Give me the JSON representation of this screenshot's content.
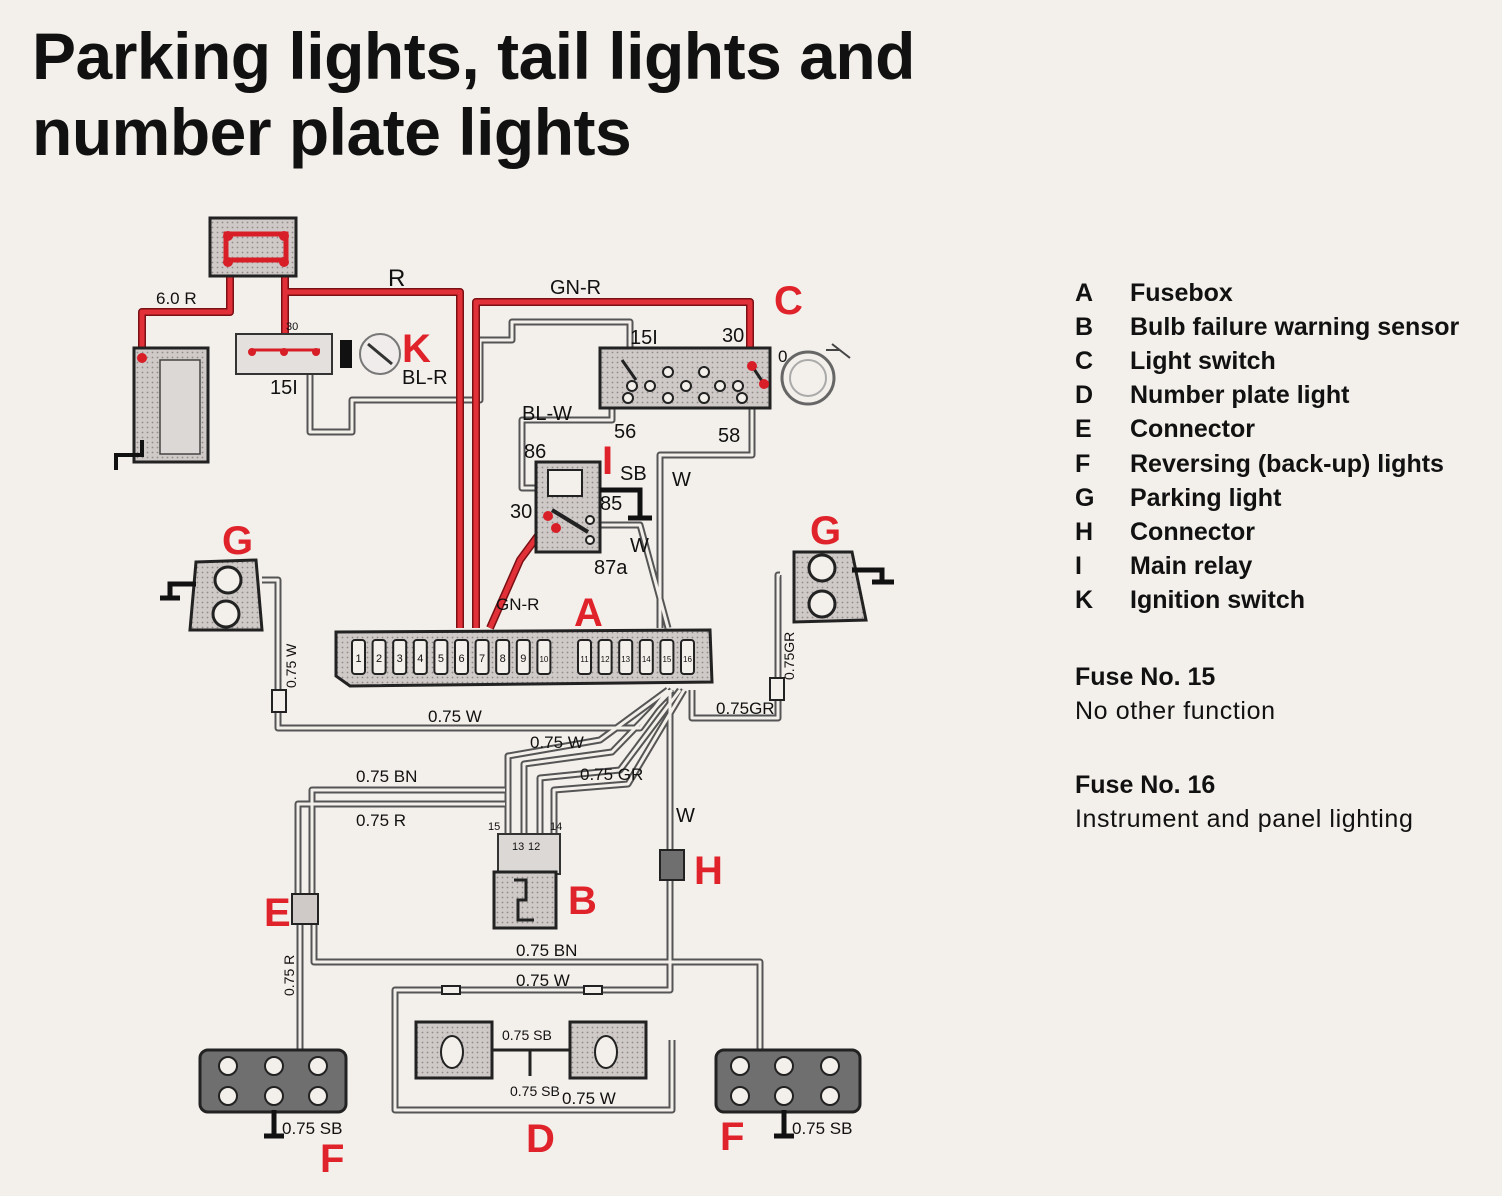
{
  "title": {
    "line1": "Parking lights, tail lights and",
    "line2": "number plate lights"
  },
  "legend": [
    {
      "code": "A",
      "label": "Fusebox"
    },
    {
      "code": "B",
      "label": "Bulb failure warning sensor"
    },
    {
      "code": "C",
      "label": "Light switch"
    },
    {
      "code": "D",
      "label": "Number plate light"
    },
    {
      "code": "E",
      "label": "Connector"
    },
    {
      "code": "F",
      "label": "Reversing (back-up) lights"
    },
    {
      "code": "G",
      "label": "Parking light"
    },
    {
      "code": "H",
      "label": "Connector"
    },
    {
      "code": "I",
      "label": "Main relay"
    },
    {
      "code": "K",
      "label": "Ignition switch"
    }
  ],
  "fuses": [
    {
      "title": "Fuse No. 15",
      "desc": "No other function"
    },
    {
      "title": "Fuse No. 16",
      "desc": "Instrument and panel lighting"
    }
  ],
  "component_labels": {
    "A": "A",
    "B": "B",
    "C": "C",
    "D": "D",
    "E": "E",
    "F_left": "F",
    "F_right": "F",
    "G_left": "G",
    "G_right": "G",
    "H": "H",
    "I": "I",
    "K": "K"
  },
  "wire_labels": {
    "r_top": "R",
    "r60": "6.0 R",
    "gn_r_top": "GN-R",
    "bl_r": "BL-R",
    "t151_k": "15I",
    "t30_k": "30",
    "t151_c": "15I",
    "t30_c": "30",
    "c_zero": "0",
    "bl_w": "BL-W",
    "t56": "56",
    "t58": "58",
    "t86": "86",
    "sb": "SB",
    "t85": "85",
    "t30_i": "30",
    "t87a": "87a",
    "w_a": "W",
    "w_b": "W",
    "gn_r_low": "GN-R",
    "w075_g_left": "0.75 W",
    "gr075_g_right": "0.75GR",
    "w075_a": "0.75 W",
    "gr075_a": "0.75GR",
    "w075_b": "0.75 W",
    "bn075": "0.75 BN",
    "gr075_b": "0.75 GR",
    "r075": "0.75 R",
    "w_h": "W",
    "r075_e": "0.75 R",
    "bn075_low": "0.75 BN",
    "w075_d": "0.75 W",
    "sb075_d1": "0.75 SB",
    "sb075_d2": "0.75 SB",
    "w075_d_low": "0.75 W",
    "sb075_fl": "0.75 SB",
    "sb075_fr": "0.75 SB",
    "b15": "15",
    "b14": "14",
    "b13": "13",
    "b12": "12"
  },
  "fusebox_numbers": [
    "1",
    "2",
    "3",
    "4",
    "5",
    "6",
    "7",
    "8",
    "9",
    "10",
    "11",
    "12",
    "13",
    "14",
    "15",
    "16"
  ],
  "colors": {
    "red_wire": "#d81e27",
    "label_red": "#e0222a",
    "component_fill": "#c9c5c4",
    "wire_gray": "#6e6e6e"
  }
}
